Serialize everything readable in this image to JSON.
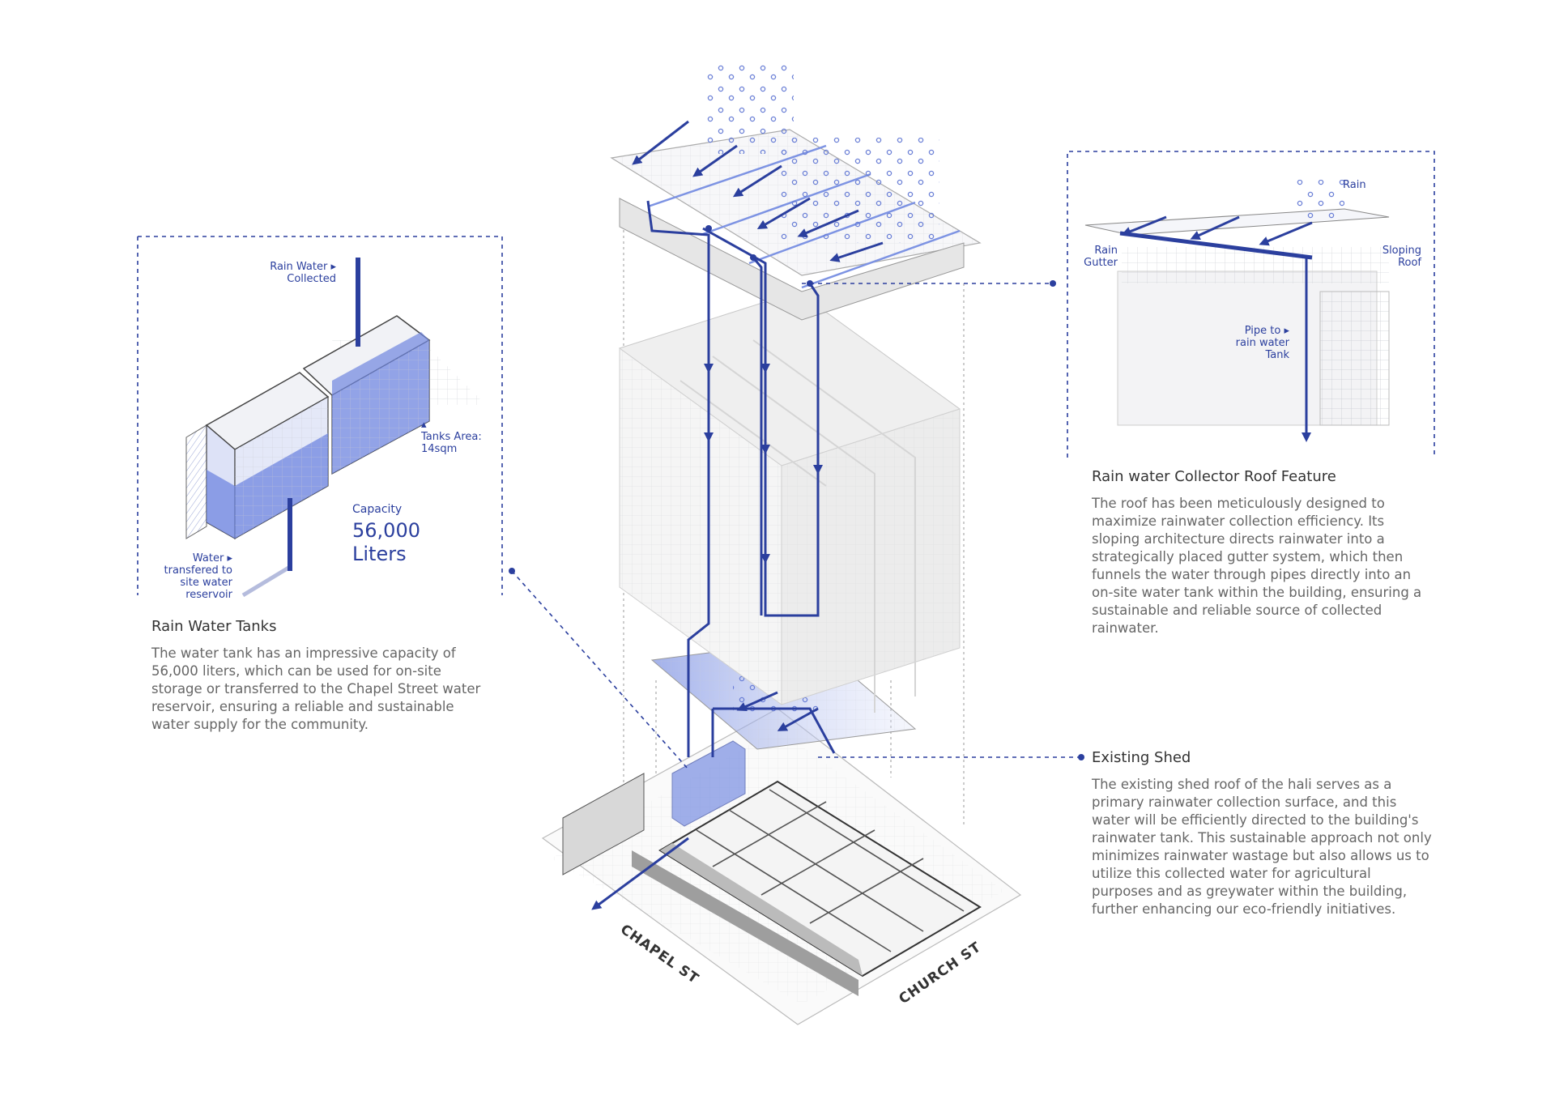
{
  "tanks": {
    "rain_collected": "Rain Water Collected",
    "tanks_area": "Tanks Area: 14sqm",
    "capacity_label": "Capacity",
    "capacity_value": "56,000",
    "capacity_unit": "Liters",
    "transfer": "Water transfered to site water reservoir",
    "title": "Rain Water Tanks",
    "body": "The water tank has an impressive capacity of 56,000 liters, which can be used for on-site storage or transferred to the Chapel Street water reservoir, ensuring a reliable and sustainable water supply for the community."
  },
  "roof": {
    "rain": "Rain",
    "gutter": "Rain Gutter",
    "sloping": "Sloping Roof",
    "pipe": "Pipe to rain water Tank",
    "title": "Rain water Collector Roof Feature",
    "body": "The roof has been meticulously designed to maximize rainwater collection efficiency. Its sloping architecture directs rainwater into a strategically placed gutter system, which then funnels the water through pipes directly into an on-site water tank within the building, ensuring a sustainable and reliable source of collected rainwater."
  },
  "shed": {
    "title": "Existing Shed",
    "body": "The existing shed roof of the hali serves as a primary rainwater collection surface, and this water will be efficiently directed to the building's rainwater tank. This sustainable approach not only minimizes rainwater wastage but also allows us to utilize this collected water for agricultural purposes and as greywater within the building, further enhancing our eco-friendly initiatives."
  },
  "streets": {
    "chapel": "CHAPEL ST",
    "church": "CHURCH ST"
  },
  "colors": {
    "accent": "#2b3f9e",
    "tank_fill": "#6f86e0",
    "line": "#888888"
  }
}
